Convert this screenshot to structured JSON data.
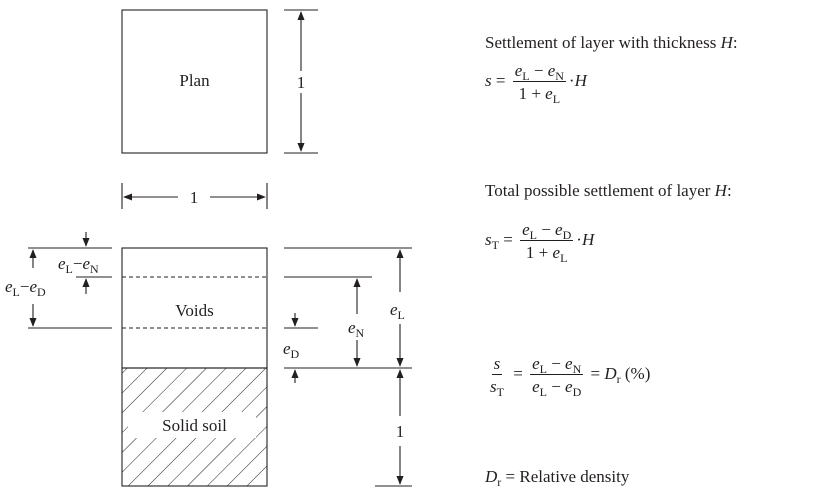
{
  "diagram": {
    "plan_label": "Plan",
    "dim_plan_height": "1",
    "dim_plan_width": "1",
    "voids_label": "Voids",
    "solid_label": "Solid soil",
    "dim_solid_height": "1",
    "labels": {
      "eL_minus_eD": {
        "e1": "e",
        "s1": "L",
        "op": "−",
        "e2": "e",
        "s2": "D"
      },
      "eL_minus_eN": {
        "e1": "e",
        "s1": "L",
        "op": "−",
        "e2": "e",
        "s2": "N"
      },
      "eN": {
        "e": "e",
        "s": "N"
      },
      "eD": {
        "e": "e",
        "s": "D"
      },
      "eL": {
        "e": "e",
        "s": "L"
      }
    }
  },
  "equations": {
    "settlement_title": {
      "text": "Settlement of layer with thickness ",
      "var": "H",
      "colon": ":"
    },
    "settlement": {
      "lhs": "s",
      "eq": "=",
      "num": {
        "e1": "e",
        "s1": "L",
        "op": "−",
        "e2": "e",
        "s2": "N"
      },
      "den": {
        "one": "1",
        "op": "+",
        "e": "e",
        "s": "L"
      },
      "dot": "·",
      "var": "H"
    },
    "total_title": {
      "text": "Total possible settlement of layer ",
      "var": "H",
      "colon": ":"
    },
    "total": {
      "lhs": "s",
      "lhs_sub": "T",
      "eq": "=",
      "num": {
        "e1": "e",
        "s1": "L",
        "op": "−",
        "e2": "e",
        "s2": "D"
      },
      "den": {
        "one": "1",
        "op": "+",
        "e": "e",
        "s": "L"
      },
      "dot": "·",
      "var": "H"
    },
    "ratio": {
      "frac1_num": "s",
      "frac1_den": "s",
      "frac1_den_sub": "T",
      "eq1": "=",
      "num": {
        "e1": "e",
        "s1": "L",
        "op": "−",
        "e2": "e",
        "s2": "N"
      },
      "den": {
        "e1": "e",
        "s1": "L",
        "op": "−",
        "e2": "e",
        "s2": "D"
      },
      "eq2": "=",
      "d": "D",
      "d_sub": "r",
      "unit": "(%)"
    },
    "definition": {
      "d": "D",
      "d_sub": "r",
      "rest": " = Relative density"
    }
  }
}
